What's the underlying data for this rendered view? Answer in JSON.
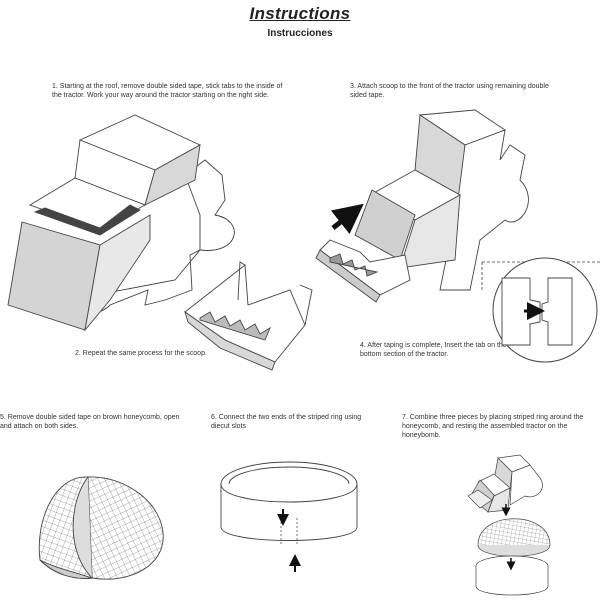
{
  "header": {
    "title": "Instructions",
    "subtitle": "Instrucciones"
  },
  "steps": {
    "s1": "1. Starting at the roof, remove double sided tape,  stick tabs to the inside of the tractor.  Work your way around the tractor starting on the right side.",
    "s2": "2. Repeat the same process for the scoop.",
    "s3": "3. Attach scoop to the front of the tractor using remaining double sided tape.",
    "s4": "4. After taping is complete, Insert the tab on the bottom section of the tractor.",
    "s5": "5. Remove double sided tape on brown honeycomb, open and attach on both sides.",
    "s6": "6. Connect the two ends of the striped ring using diecut slots",
    "s7": "7. Combine three pieces by placing striped ring around the honeycomb, and resting the assembled tractor on the honeybomb."
  }
}
